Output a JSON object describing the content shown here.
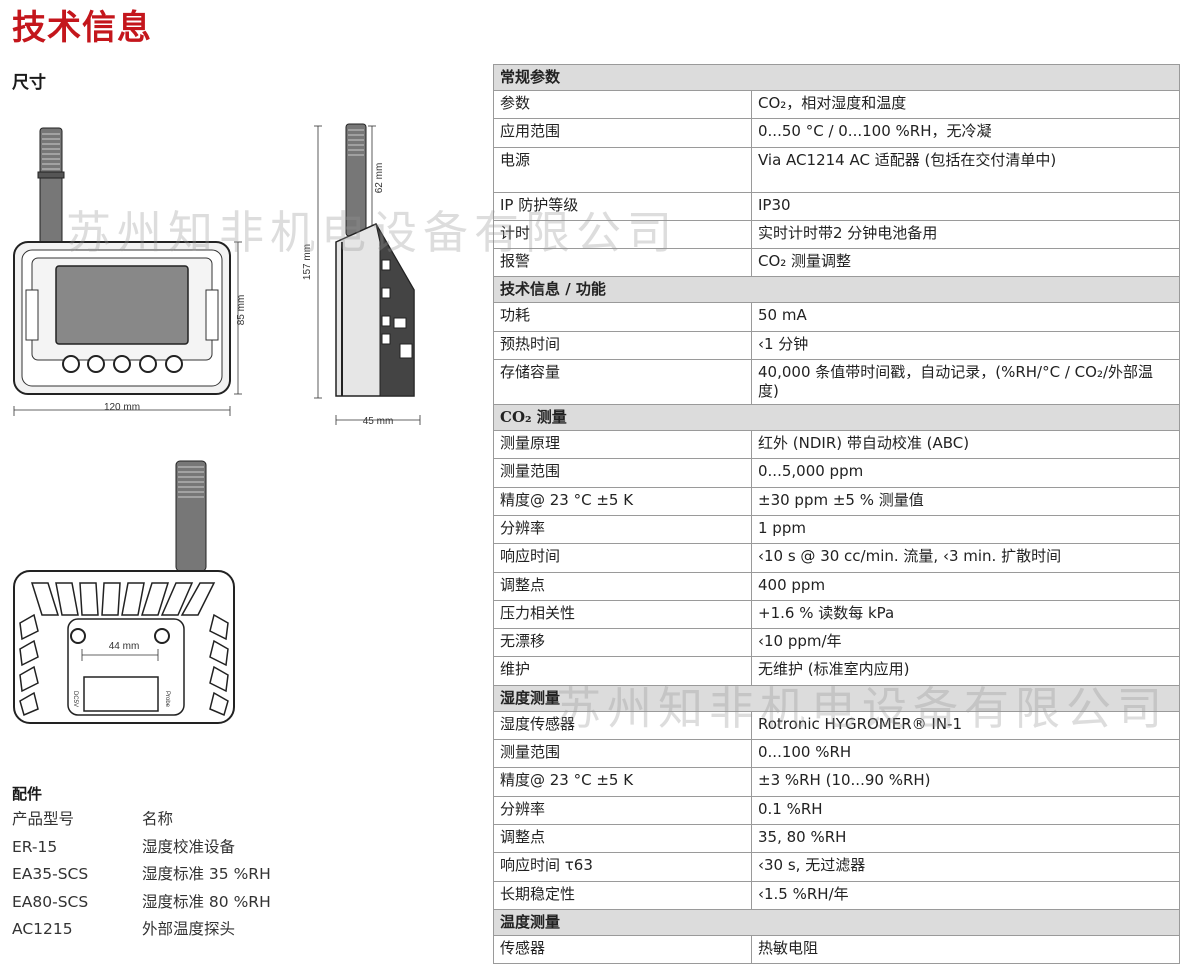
{
  "title": "技术信息",
  "dimensions": {
    "heading": "尺寸",
    "width_front": "120 mm",
    "height_front": "85 mm",
    "height_total": "157 mm",
    "probe_height": "62 mm",
    "depth": "45 mm",
    "hole_spacing": "44 mm",
    "label_dc": "DC5V",
    "label_probe": "Probe"
  },
  "watermark": "苏州知非机电设备有限公司",
  "accessories": {
    "heading": "配件",
    "col_model": "产品型号",
    "col_name": "名称",
    "items": [
      {
        "model": "ER-15",
        "name": "湿度校准设备"
      },
      {
        "model": "EA35-SCS",
        "name": "湿度标准 35 %RH"
      },
      {
        "model": "EA80-SCS",
        "name": "湿度标准 80 %RH"
      },
      {
        "model": "AC1215",
        "name": "外部温度探头"
      }
    ]
  },
  "specs": {
    "general": {
      "heading": "常规参数",
      "rows": [
        {
          "k": "参数",
          "v": "CO₂，相对湿度和温度"
        },
        {
          "k": "应用范围",
          "v": "0...50 °C / 0...100 %RH，无冷凝"
        },
        {
          "k": "电源",
          "v": "Via AC1214 AC 适配器 (包括在交付清单中)"
        },
        {
          "k": "IP 防护等级",
          "v": "IP30"
        },
        {
          "k": "计时",
          "v": "实时计时带2 分钟电池备用"
        },
        {
          "k": "报警",
          "v": " CO₂ 测量调整"
        }
      ]
    },
    "tech": {
      "heading": "技术信息 / 功能",
      "rows": [
        {
          "k": "功耗",
          "v": "50 mA"
        },
        {
          "k": "预热时间",
          "v": "‹1 分钟"
        },
        {
          "k": "存储容量",
          "v": "40,000 条值带时间戳，自动记录，(%RH/°C / CO₂/外部温度)"
        }
      ]
    },
    "co2": {
      "heading": "CO₂ 测量",
      "rows": [
        {
          "k": "测量原理",
          "v": "红外 (NDIR) 带自动校准 (ABC)"
        },
        {
          "k": "测量范围",
          "v": "0...5,000 ppm"
        },
        {
          "k": "精度@ 23 °C ±5 K",
          "v": "±30 ppm ±5 % 测量值"
        },
        {
          "k": "分辨率",
          "v": "1 ppm"
        },
        {
          "k": "响应时间",
          "v": "‹10 s @ 30 cc/min. 流量, ‹3 min. 扩散时间"
        },
        {
          "k": "调整点",
          "v": "400 ppm"
        },
        {
          "k": "压力相关性",
          "v": "+1.6 % 读数每 kPa"
        },
        {
          "k": "无漂移",
          "v": "‹10 ppm/年"
        },
        {
          "k": "维护",
          "v": "无维护 (标准室内应用)"
        }
      ]
    },
    "humidity": {
      "heading": "湿度测量",
      "rows": [
        {
          "k": "湿度传感器",
          "v": "Rotronic HYGROMER® IN-1"
        },
        {
          "k": "测量范围",
          "v": "0...100 %RH"
        },
        {
          "k": "精度@ 23 °C ±5 K",
          "v": "±3 %RH (10...90 %RH)"
        },
        {
          "k": "分辨率",
          "v": "0.1 %RH"
        },
        {
          "k": "调整点",
          "v": "35, 80 %RH"
        },
        {
          "k": "响应时间 τ63",
          "v": "‹30 s, 无过滤器"
        },
        {
          "k": "长期稳定性",
          "v": "‹1.5 %RH/年"
        }
      ]
    },
    "temperature": {
      "heading": "温度测量",
      "rows": [
        {
          "k": "传感器",
          "v": "热敏电阻"
        }
      ]
    }
  }
}
